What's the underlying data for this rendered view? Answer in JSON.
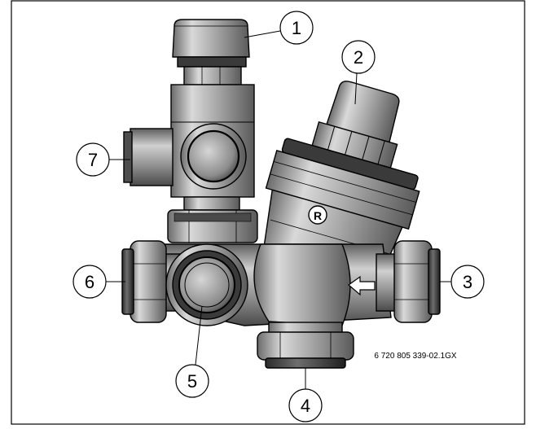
{
  "diagram": {
    "callouts": [
      {
        "id": "1",
        "label": "1"
      },
      {
        "id": "2",
        "label": "2"
      },
      {
        "id": "3",
        "label": "3"
      },
      {
        "id": "4",
        "label": "4"
      },
      {
        "id": "5",
        "label": "5"
      },
      {
        "id": "6",
        "label": "6"
      },
      {
        "id": "7",
        "label": "7"
      }
    ],
    "reference_code": "6 720 805 339-02.1GX",
    "brand_mark": "R"
  }
}
